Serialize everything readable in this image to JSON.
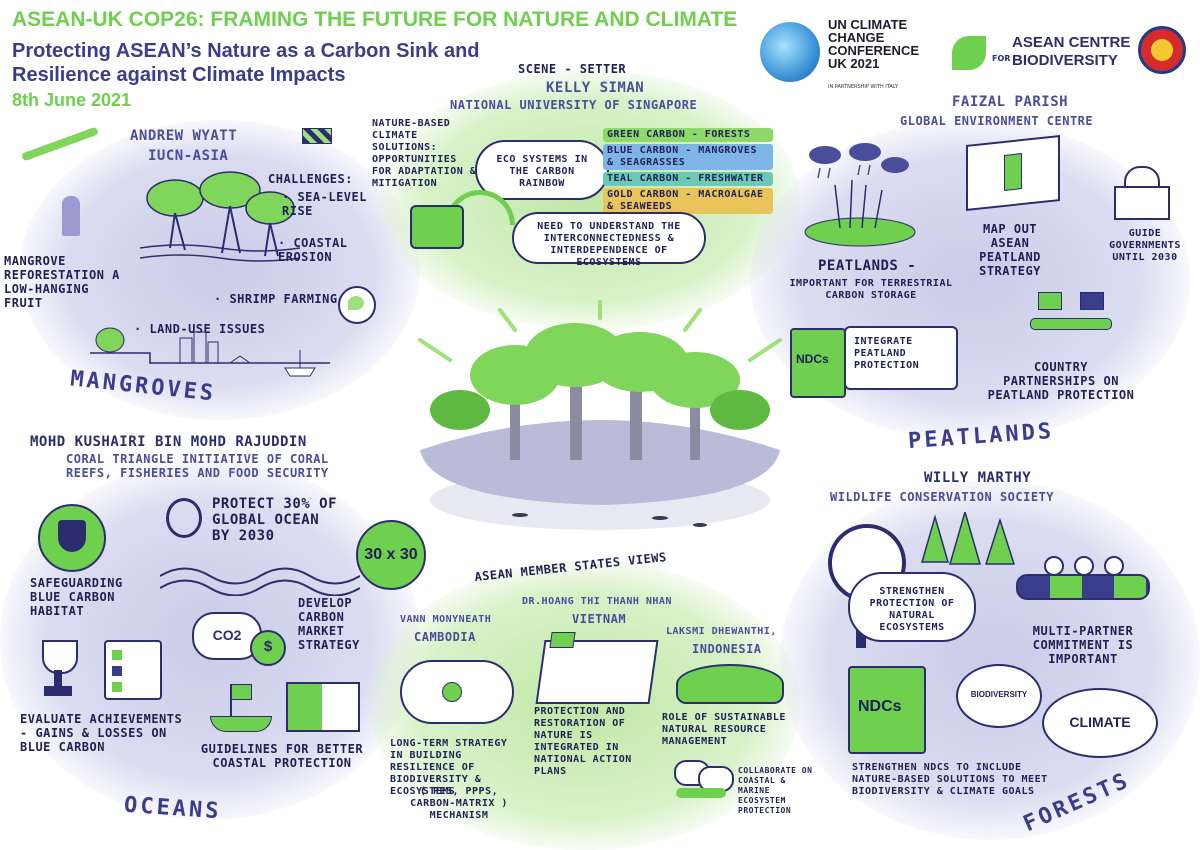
{
  "header": {
    "title": "ASEAN-UK COP26: FRAMING THE FUTURE FOR NATURE AND CLIMATE",
    "subtitle_line1": "Protecting ASEAN’s Nature as a Carbon Sink and",
    "subtitle_line2": "Resilience against Climate Impacts",
    "date": "8th June 2021"
  },
  "logos": {
    "cop_line1": "UN CLIMATE",
    "cop_line2": "CHANGE",
    "cop_line3": "CONFERENCE",
    "cop_line4": "UK 2021",
    "cop_partner": "IN PARTNERSHIP WITH ITALY",
    "acb_line1": "ASEAN CENTRE",
    "acb_line2": "BIODIVERSITY",
    "acb_for": "FOR"
  },
  "scene_setter": {
    "label": "SCENE - SETTER",
    "speaker": "KELLY SIMAN",
    "org": "NATIONAL UNIVERSITY OF SINGAPORE",
    "nbs_text": "NATURE-BASED CLIMATE SOLUTIONS: OPPORTUNITIES FOR ADAPTATION & MITIGATION",
    "cloud_text": "ECO SYSTEMS IN THE CARBON RAINBOW",
    "carbon": [
      {
        "label": "GREEN CARBON - FORESTS",
        "color": "#8fd86a"
      },
      {
        "label": "BLUE CARBON - MANGROVES & SEAGRASSES",
        "color": "#7fb4e6"
      },
      {
        "label": "TEAL CARBON - FRESHWATER",
        "color": "#6cc9b5"
      },
      {
        "label": "GOLD CARBON - MACROALGAE & SEAWEEDS",
        "color": "#e9c45a"
      }
    ],
    "need_text": "NEED TO UNDERSTAND THE INTERCONNECTEDNESS & INTERDEPENDENCE OF ECOSYSTEMS"
  },
  "mangroves": {
    "speaker": "ANDREW WYATT",
    "org": "IUCN-ASIA",
    "challenges": "CHALLENGES:",
    "sea_level": "· SEA-LEVEL RISE",
    "coastal": "· COASTAL EROSION",
    "shrimp": "· SHRIMP FARMING",
    "land_use": "· LAND-USE ISSUES",
    "reforest": "MANGROVE REFORESTATION A LOW-HANGING FRUIT",
    "section": "MANGROVES"
  },
  "peatlands": {
    "speaker": "FAIZAL PARISH",
    "org": "GLOBAL ENVIRONMENT CENTRE",
    "peat_title": "PEATLANDS -",
    "peat_text": "IMPORTANT FOR TERRESTRIAL CARBON STORAGE",
    "map_text": "MAP OUT ASEAN PEATLAND STRATEGY",
    "guide_text": "GUIDE GOVERNMENTS UNTIL 2030",
    "ndcs": "NDCs",
    "integrate": "INTEGRATE PEATLAND PROTECTION",
    "country": "COUNTRY PARTNERSHIPS ON PEATLAND PROTECTION",
    "section": "PEATLANDS"
  },
  "oceans": {
    "speaker": "MOHD KUSHAIRI BIN MOHD RAJUDDIN",
    "org": "CORAL TRIANGLE INITIATIVE OF CORAL REEFS, FISHERIES AND FOOD SECURITY",
    "protect": "PROTECT 30% OF GLOBAL OCEAN BY 2030",
    "badge": "30 x 30",
    "safeguard": "SAFEGUARDING BLUE CARBON HABITAT",
    "co2": "CO2",
    "dollar": "$",
    "market": "DEVELOP CARBON MARKET STRATEGY",
    "evaluate": "EVALUATE ACHIEVEMENTS - GAINS & LOSSES ON BLUE CARBON",
    "guidelines": "GUIDELINES FOR BETTER COASTAL PROTECTION",
    "section": "OCEANS"
  },
  "member_states": {
    "label": "ASEAN MEMBER STATES VIEWS",
    "cambodia_name": "VANN MONYNEATH",
    "cambodia_country": "CAMBODIA",
    "cambodia_text": "LONG-TERM STRATEGY IN BUILDING RESILIENCE OF BIODIVERSITY & ECOSYSTEMS",
    "cambodia_mech": "( PES, PPPs, CARBON-MATRIX ) MECHANISM",
    "vietnam_name": "DR.HOANG THI THANH NHAN",
    "vietnam_country": "VIETNAM",
    "vietnam_text": "PROTECTION AND RESTORATION OF NATURE IS INTEGRATED IN NATIONAL ACTION PLANS",
    "indonesia_name": "LAKSMI DHEWANTHI,",
    "indonesia_country": "INDONESIA",
    "indonesia_text": "ROLE OF SUSTAINABLE NATURAL RESOURCE MANAGEMENT",
    "indonesia_text2": "COLLABORATE ON COASTAL & MARINE ECOSYSTEM PROTECTION"
  },
  "forests": {
    "speaker": "WILLY MARTHY",
    "org": "WILDLIFE CONSERVATION SOCIETY",
    "strengthen": "STRENGTHEN PROTECTION OF NATURAL ECOSYSTEMS",
    "multi": "MULTI-PARTNER COMMITMENT IS IMPORTANT",
    "ndcs": "NDCs",
    "biodiversity": "BIODIVERSITY",
    "climate": "CLIMATE",
    "ndc_text": "STRENGTHEN NDCs TO INCLUDE NATURE-BASED SOLUTIONS TO MEET BIODIVERSITY & CLIMATE GOALS",
    "section": "FORESTS"
  },
  "colors": {
    "green": "#6fcf4f",
    "lavender": "#cfd0ea",
    "navy": "#2b2d6e",
    "lightgreen": "#cdefb8"
  }
}
